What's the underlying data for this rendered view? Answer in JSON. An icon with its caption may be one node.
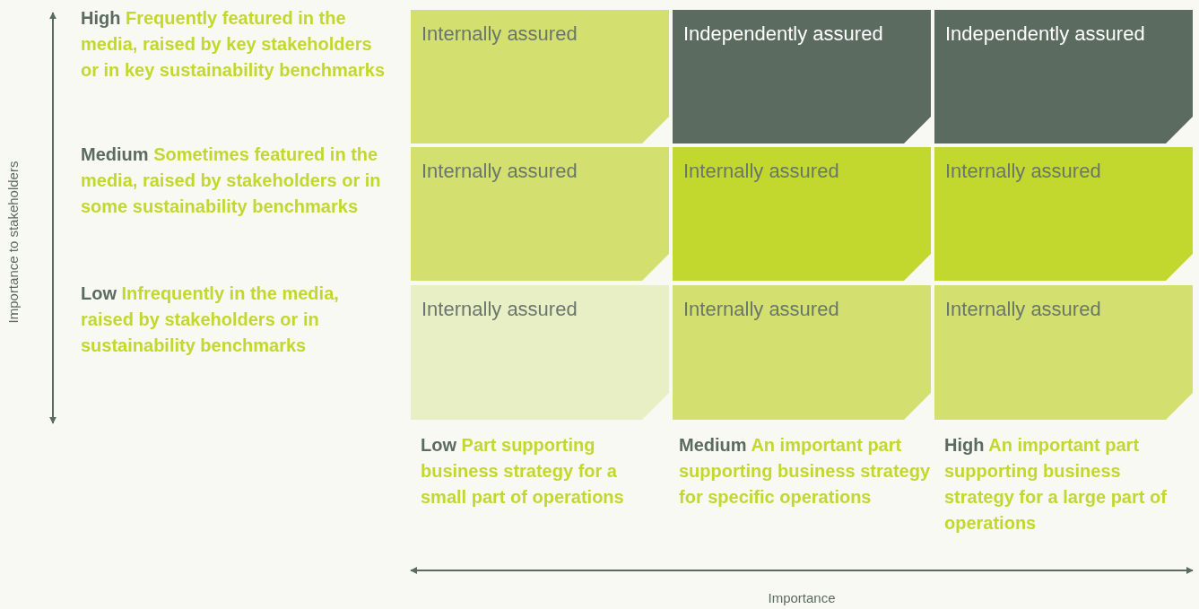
{
  "diagram": {
    "nodes": [
      {
        "text": [
          "Internally assured"
        ]
      },
      {
        "text": [
          "Independently assured"
        ]
      },
      {
        "text": [
          "Independently assured"
        ]
      },
      {
        "text": [
          "Internally assured"
        ]
      },
      {
        "text": [
          "Internally assured"
        ]
      },
      {
        "text": [
          "Internally assured"
        ]
      },
      {
        "text": [
          "Internally assured"
        ]
      },
      {
        "text": [
          "Internally assured"
        ]
      },
      {
        "text": [
          "Internally assured"
        ]
      }
    ],
    "labels": [
      "High",
      "Frequently featured in the media, raised by key stakeholders or in key sustainability benchmarks",
      "Medium",
      "Sometimes featured in the media, raised by stakeholders or in some sustainability benchmarks",
      "Low",
      "Infrequently in the media, raised by stakeholders or in sustainability benchmarks",
      "Low",
      "Part supporting business strategy for a small part of operations",
      "Medium",
      "An important part supporting business strategy for specific operations",
      "High",
      "An important part supporting business strategy for a large part of operations",
      "Importance to stakeholders",
      "Importance"
    ]
  }
}
